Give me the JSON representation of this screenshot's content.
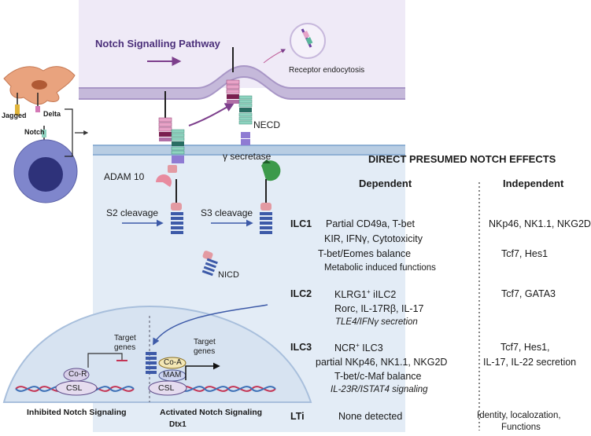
{
  "pathway_title": "Notch Signalling Pathway",
  "labels": {
    "receptor_endocytosis": "Receptor endocytosis",
    "jagged": "Jagged",
    "delta": "Delta",
    "notch": "Notch",
    "necd": "NECD",
    "gamma_secretase": "γ secretase",
    "adam10": "ADAM 10",
    "s2_cleavage": "S2 cleavage",
    "s3_cleavage": "S3 cleavage",
    "nicd": "NICD",
    "co_r": "Co-R",
    "csl_left": "CSL",
    "target_genes_left": "Target\ngenes",
    "co_a": "Co-A",
    "mam": "MAM",
    "csl_right": "CSL",
    "target_genes_right": "Target\ngenes",
    "inhibited": "Inhibited Notch Signaling",
    "activated": "Activated Notch Signaling",
    "dtx1": "Dtx1"
  },
  "table": {
    "title": "DIRECT PRESUMED NOTCH EFFECTS",
    "col_dependent": "Dependent",
    "col_independent": "Independent",
    "ilc1": {
      "label": "ILC1",
      "dep": [
        "Partial CD49a, T-bet",
        "KIR, IFNγ, Cytotoxicity",
        "T-bet/Eomes balance",
        "Metabolic induced functions"
      ],
      "indep": [
        "NKp46, NK1.1, NKG2D",
        "Tcf7,  Hes1"
      ]
    },
    "ilc2": {
      "label": "ILC2",
      "dep_1": "KLRG1",
      "dep_1_sup": "+",
      "dep_1_rest": " iILC2",
      "dep": [
        "Rorc, IL-17Rβ, IL-17",
        "TLE4/IFNγ secretion"
      ],
      "indep": [
        "Tcf7,  GATA3"
      ]
    },
    "ilc3": {
      "label": "ILC3",
      "dep_1": "NCR",
      "dep_1_sup": "+",
      "dep_1_rest": " ILC3",
      "dep": [
        "partial NKp46, NK1.1, NKG2D",
        "T-bet/c-Maf balance",
        "IL-23R/ISTAT4 signaling"
      ],
      "indep": [
        "Tcf7, Hes1,",
        "IL-17, IL-22 secretion"
      ]
    },
    "lti": {
      "label": "LTi",
      "dep": [
        "None detected"
      ],
      "indep": [
        "Identity, localozation,",
        "Functions"
      ]
    }
  },
  "colors": {
    "upper_cell": "#efeaf7",
    "lower_cell": "#e3ecf6",
    "nucleus": "#d7e3f1",
    "membrane_top": "#c5b9da",
    "membrane_bottom": "#b8cde3",
    "title_purple": "#4b2f7a",
    "arrow_purple": "#7d3f8c",
    "arrow_blue": "#3d5aa8"
  }
}
